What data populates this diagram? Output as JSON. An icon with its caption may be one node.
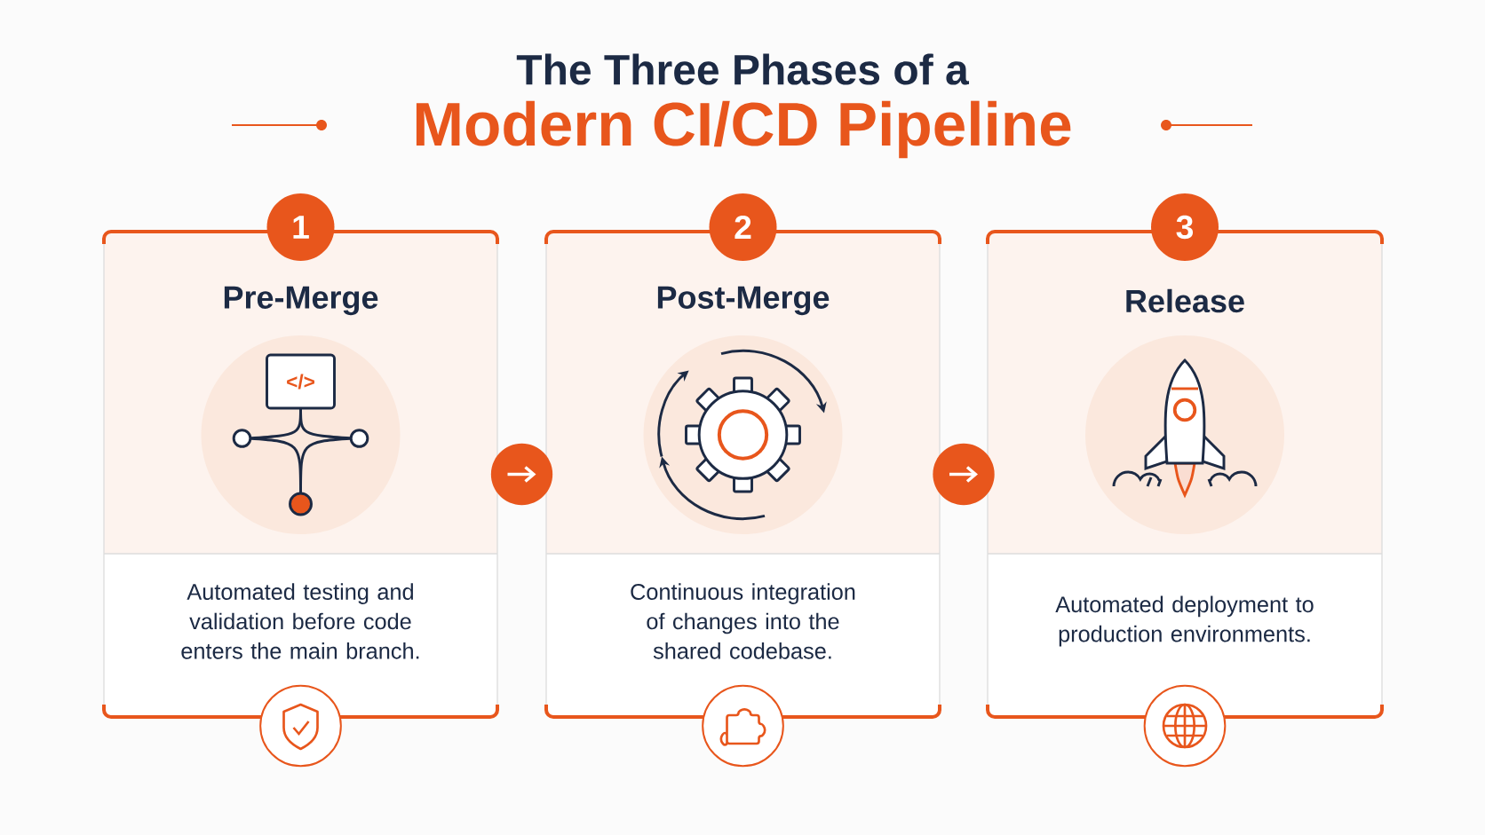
{
  "diagram": {
    "title": "The Three Phases of a",
    "nodes": [
      {
        "text": [
          "1"
        ]
      },
      {
        "text": [
          "Pre-Merge",
          "Automated testing and validation before code enters the main branch."
        ]
      },
      {
        "text": [
          "2"
        ]
      },
      {
        "text": [
          "Post-Merge",
          "Continuous integration of changes into the shared codebase."
        ]
      },
      {
        "text": [
          "3"
        ]
      },
      {
        "text": [
          "Release",
          "Automated deployment to production environments."
        ]
      }
    ],
    "edges": [
      {
        "from": 1,
        "to": 3,
        "arrow": "to"
      },
      {
        "from": 3,
        "to": 5,
        "arrow": "to"
      }
    ],
    "labels": [
      "Modern CI/CD Pipeline",
      "</>"
    ]
  }
}
